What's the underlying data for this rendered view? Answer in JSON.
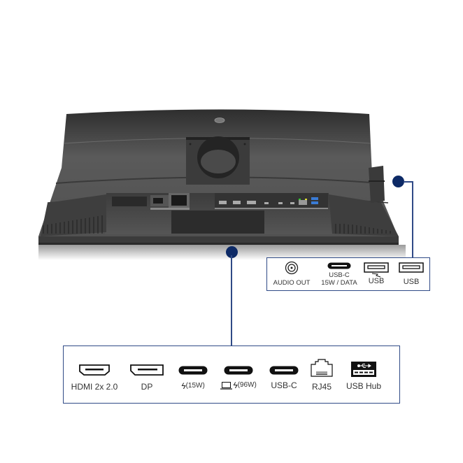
{
  "product": {
    "view": "rear-ports",
    "accent_color": "#0d2a66",
    "line_color": "#2f4a86",
    "body_color": "#4a4a4a"
  },
  "side_panel": {
    "ports": [
      {
        "icon": "audio-out-icon",
        "label": "AUDIO OUT"
      },
      {
        "icon": "usb-c-icon",
        "label_line1": "USB-C",
        "label_line2": "15W / DATA"
      },
      {
        "icon": "usb-a-charge-icon",
        "label": "USB"
      },
      {
        "icon": "usb-a-icon",
        "label": "USB"
      }
    ]
  },
  "rear_panel": {
    "ports": [
      {
        "icon": "hdmi-icon",
        "label": "HDMI 2x 2.0"
      },
      {
        "icon": "displayport-icon",
        "label": "DP"
      },
      {
        "icon": "usb-c-icon",
        "label": "(15W)",
        "prefix_icon": "lightning-icon"
      },
      {
        "icon": "usb-c-icon",
        "label": "(96W)",
        "prefix_icon": "laptop-lightning-icon"
      },
      {
        "icon": "usb-c-icon",
        "label": "USB-C"
      },
      {
        "icon": "rj45-icon",
        "label": "RJ45"
      },
      {
        "icon": "usb-hub-icon",
        "label": "USB Hub"
      }
    ]
  }
}
